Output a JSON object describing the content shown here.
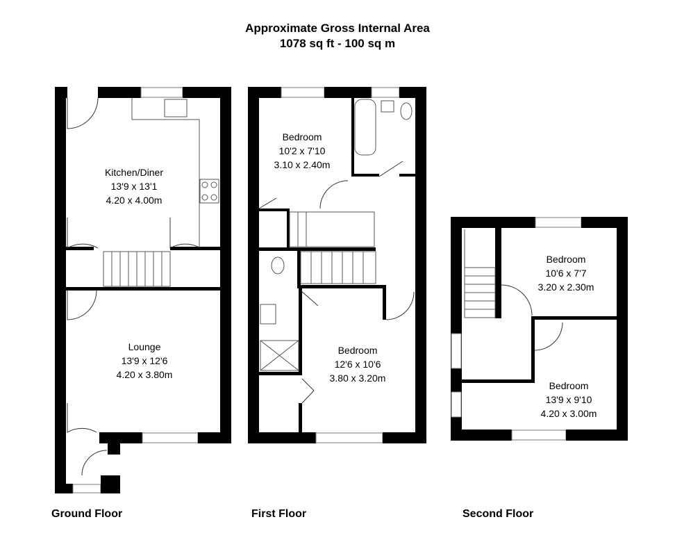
{
  "header": {
    "title": "Approximate Gross Internal Area",
    "area": "1078 sq ft - 100 sq m"
  },
  "floors": {
    "ground": {
      "label": "Ground Floor",
      "rooms": [
        {
          "name": "Kitchen/Diner",
          "imperial": "13'9 x 13'1",
          "metric": "4.20 x 4.00m"
        },
        {
          "name": "Lounge",
          "imperial": "13'9 x 12'6",
          "metric": "4.20 x 3.80m"
        }
      ]
    },
    "first": {
      "label": "First Floor",
      "rooms": [
        {
          "name": "Bedroom",
          "imperial": "10'2 x 7'10",
          "metric": "3.10 x 2.40m"
        },
        {
          "name": "Bedroom",
          "imperial": "12'6 x 10'6",
          "metric": "3.80 x 3.20m"
        }
      ]
    },
    "second": {
      "label": "Second Floor",
      "rooms": [
        {
          "name": "Bedroom",
          "imperial": "10'6 x 7'7",
          "metric": "3.20 x 2.30m"
        },
        {
          "name": "Bedroom",
          "imperial": "13'9 x 9'10",
          "metric": "4.20 x 3.00m"
        }
      ]
    }
  }
}
